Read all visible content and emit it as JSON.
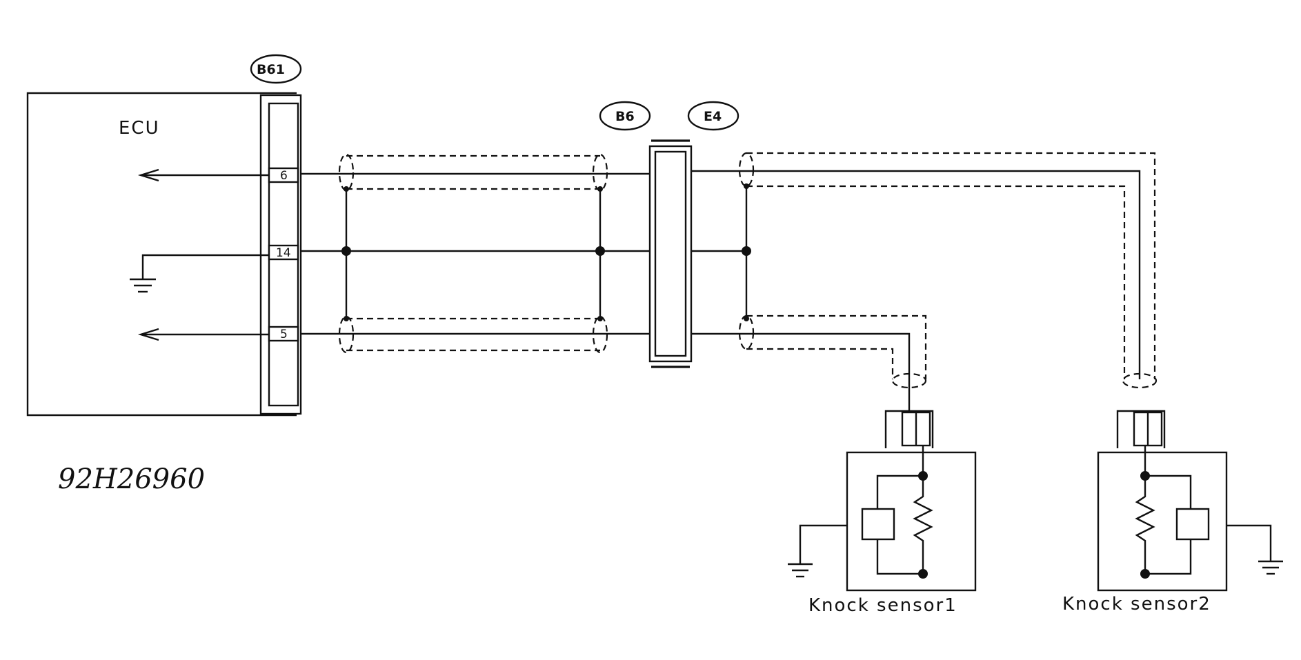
{
  "diagram": {
    "ecu_label": "ECU",
    "connectors": {
      "b61": "B61",
      "b6": "B6",
      "e4": "E4"
    },
    "pins": {
      "pin6": "6",
      "pin14": "14",
      "pin5": "5"
    },
    "sensors": {
      "sensor1_label": "Knock sensor1",
      "sensor2_label": "Knock sensor2"
    },
    "figure_code": "92H26960"
  }
}
